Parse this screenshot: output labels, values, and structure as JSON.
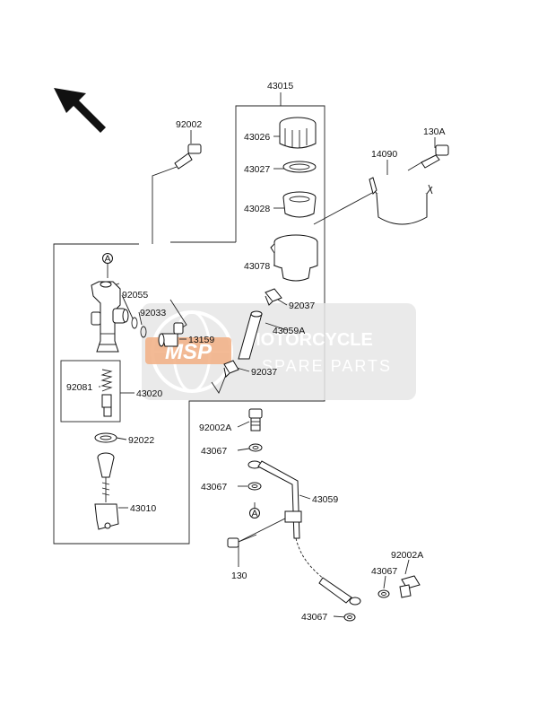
{
  "labels": {
    "p43015": "43015",
    "p92002": "92002",
    "p43026": "43026",
    "p43027": "43027",
    "p43028": "43028",
    "p43078": "43078",
    "p14090": "14090",
    "p130A": "130A",
    "pA1": "A",
    "p92055": "92055",
    "p92033": "92033",
    "p13159": "13159",
    "p92037a": "92037",
    "p43059A": "43059A",
    "p92037b": "92037",
    "p92081": "92081",
    "p43020": "43020",
    "p92022": "92022",
    "p43010": "43010",
    "p92002A_1": "92002A",
    "p43067_1": "43067",
    "p43067_2": "43067",
    "p43059": "43059",
    "pA2": "A",
    "p130": "130",
    "p92002A_2": "92002A",
    "p43067_3": "43067",
    "p43067_4": "43067"
  },
  "watermark": {
    "brand": "MSP",
    "line1": "MOTORCYCLE",
    "line2": "SPARE PARTS"
  },
  "colors": {
    "ink": "#111111",
    "watermark_bg": "#e6e6e6",
    "watermark_logo": "#f2b38a",
    "watermark_text": "#ffffff"
  }
}
